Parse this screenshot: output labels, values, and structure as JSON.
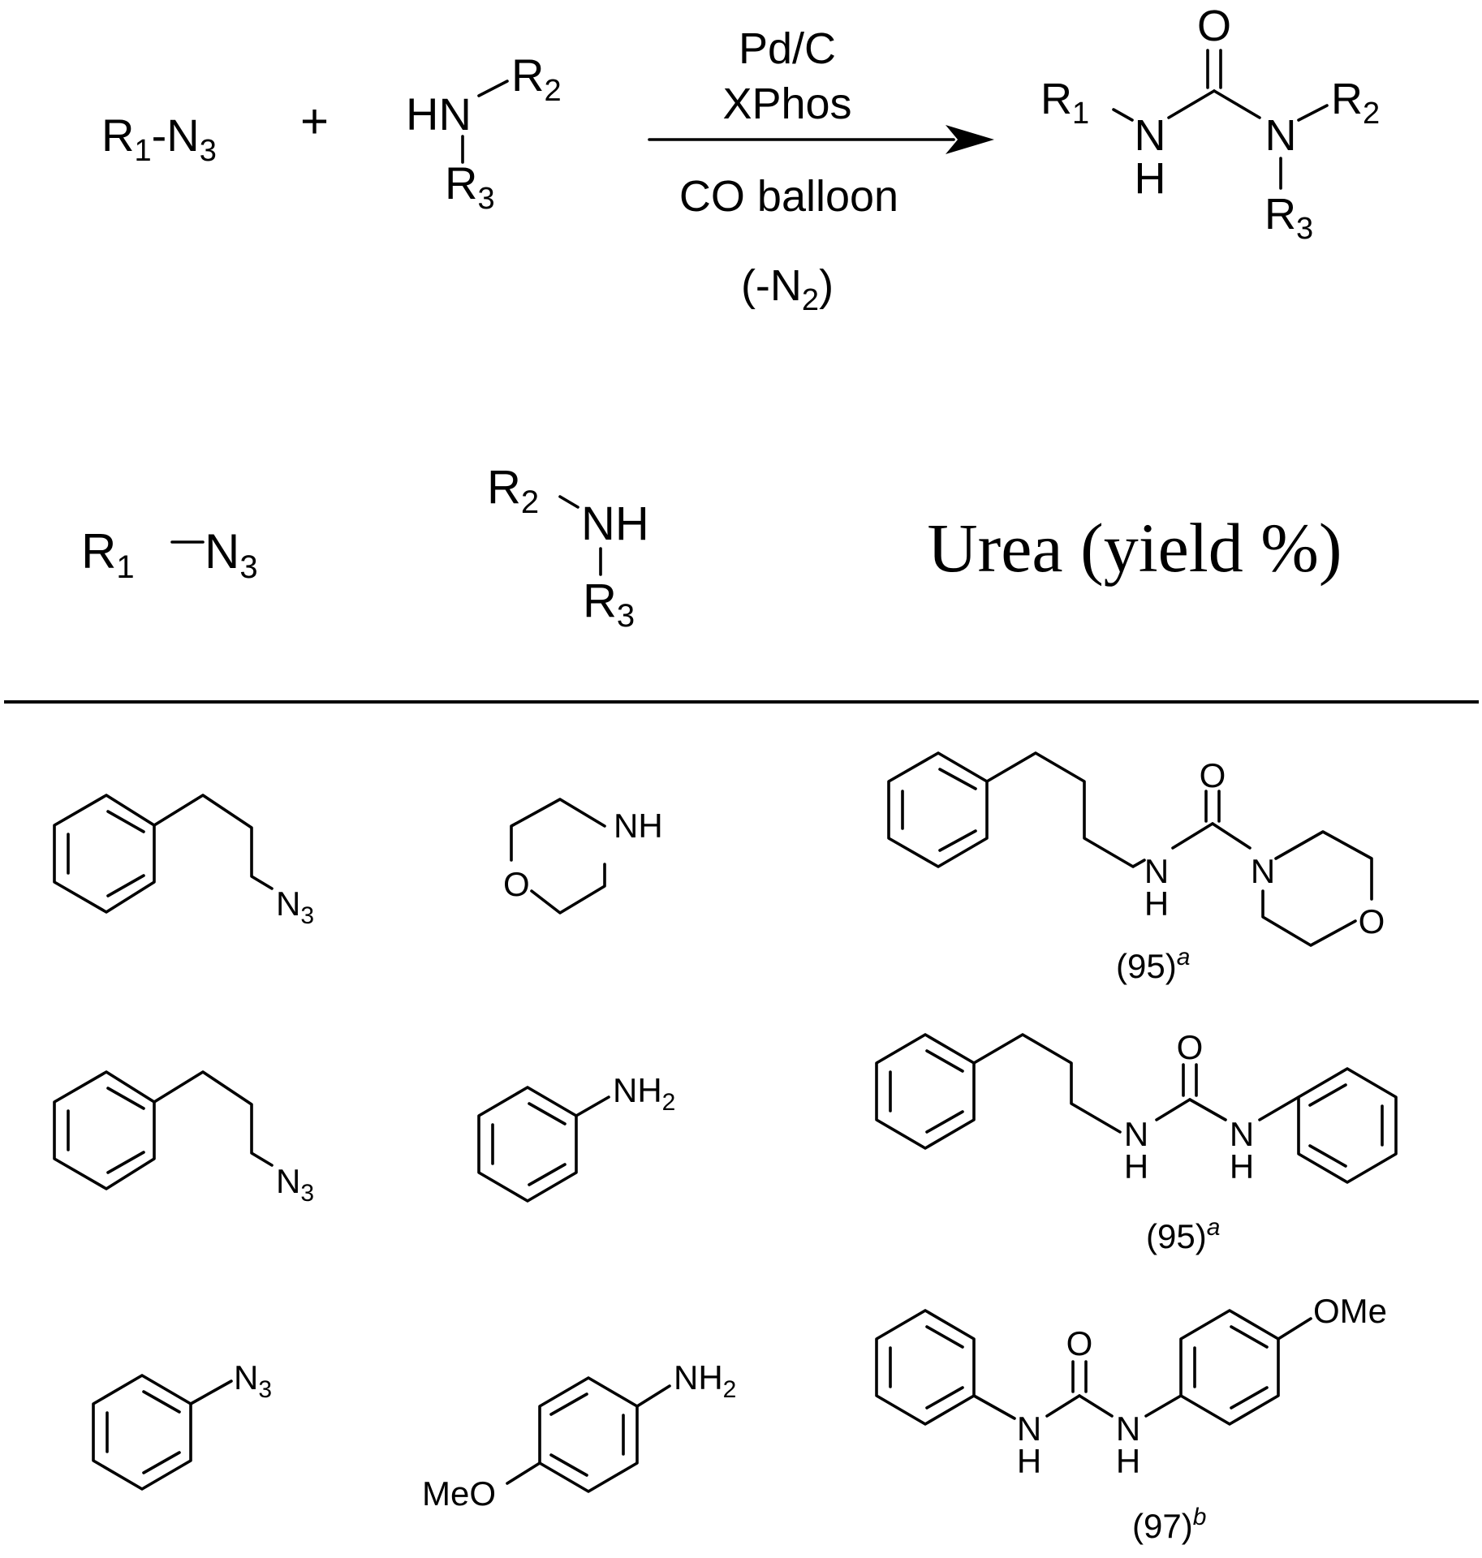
{
  "reaction": {
    "azide_R": "R",
    "azide_R_sub": "1",
    "azide_group": "-N",
    "azide_group_sub": "3",
    "plus": "+",
    "amine_HN": "HN",
    "amine_R2": "R",
    "amine_R2_sub": "2",
    "amine_R3": "R",
    "amine_R3_sub": "3",
    "conditions": {
      "line1": "Pd/C",
      "line2": "XPhos",
      "line3": "CO balloon",
      "line4_pre": "(-N",
      "line4_sub": "2",
      "line4_post": ")"
    },
    "product": {
      "O": "O",
      "R1": "R",
      "R1_sub": "1",
      "NH_N": "N",
      "NH_H": "H",
      "N2": "N",
      "R2": "R",
      "R2_sub": "2",
      "R3": "R",
      "R3_sub": "3"
    }
  },
  "table_header": {
    "col1_R": "R",
    "col1_R_sub": "1",
    "col1_N": "N",
    "col1_N_sub": "3",
    "col2_R2": "R",
    "col2_R2_sub": "2",
    "col2_NH": "NH",
    "col2_R3": "R",
    "col2_R3_sub": "3",
    "col3": "Urea (yield %)"
  },
  "rows": [
    {
      "azide": {
        "N": "N",
        "N_sub": "3"
      },
      "amine": {
        "NH": "NH",
        "O": "O"
      },
      "urea": {
        "O": "O",
        "N1": "N",
        "H1": "H",
        "N2": "N",
        "O2": "O"
      },
      "yield": "(95)",
      "note": "a"
    },
    {
      "azide": {
        "N": "N",
        "N_sub": "3"
      },
      "amine": {
        "NH": "NH",
        "NH_sub": "2"
      },
      "urea": {
        "O": "O",
        "N1": "N",
        "H1": "H",
        "N2": "N",
        "H2": "H"
      },
      "yield": "(95)",
      "note": "a"
    },
    {
      "azide": {
        "N": "N",
        "N_sub": "3"
      },
      "amine": {
        "NH": "NH",
        "NH_sub": "2",
        "OMe": "MeO"
      },
      "urea": {
        "O": "O",
        "N1": "N",
        "H1": "H",
        "N2": "N",
        "H2": "H",
        "OMe": "OMe"
      },
      "yield": "(97)",
      "note": "b"
    }
  ]
}
